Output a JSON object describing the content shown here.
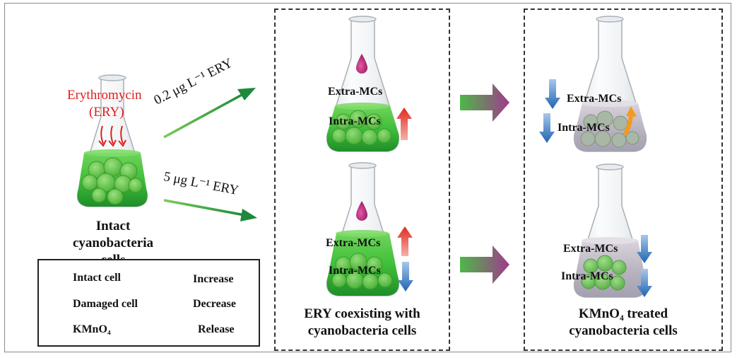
{
  "treatment": {
    "line1": "Erythromycin",
    "line2": "(ERY)"
  },
  "intact_label": {
    "line1": "Intact",
    "line2": "cyanobacteria cells"
  },
  "dose_low": "0.2 μg L⁻¹ ERY",
  "dose_high": "5 μg L⁻¹ ERY",
  "panel_coexist": {
    "top": {
      "extra": "Extra-MCs",
      "intra": "Intra-MCs"
    },
    "bottom": {
      "extra": "Extra-MCs",
      "intra": "Intra-MCs"
    },
    "caption_line1": "ERY coexisting with",
    "caption_line2": "cyanobacteria cells"
  },
  "panel_kmno4": {
    "top": {
      "extra": "Extra-MCs",
      "intra": "Intra-MCs"
    },
    "bottom": {
      "extra": "Extra-MCs",
      "intra": "Intra-MCs"
    },
    "caption_line1": "KMnO₄ treated",
    "caption_line2": "cyanobacteria cells"
  },
  "legend": {
    "intact_cell": "Intact cell",
    "damaged_cell": "Damaged cell",
    "kmno4": "KMnO₄",
    "increase": "Increase",
    "decrease": "Decrease",
    "release": "Release"
  },
  "colors": {
    "cell_green": "#5cc23c",
    "liquid_green": "#3fbf3a",
    "increase_red": "#e8332a",
    "decrease_blue": "#2f78c4",
    "release_orange": "#f39a1e",
    "kmno4_magenta": "#b0216f",
    "treatment_red": "#e02020",
    "arrow_green": "#2a9a3a"
  }
}
